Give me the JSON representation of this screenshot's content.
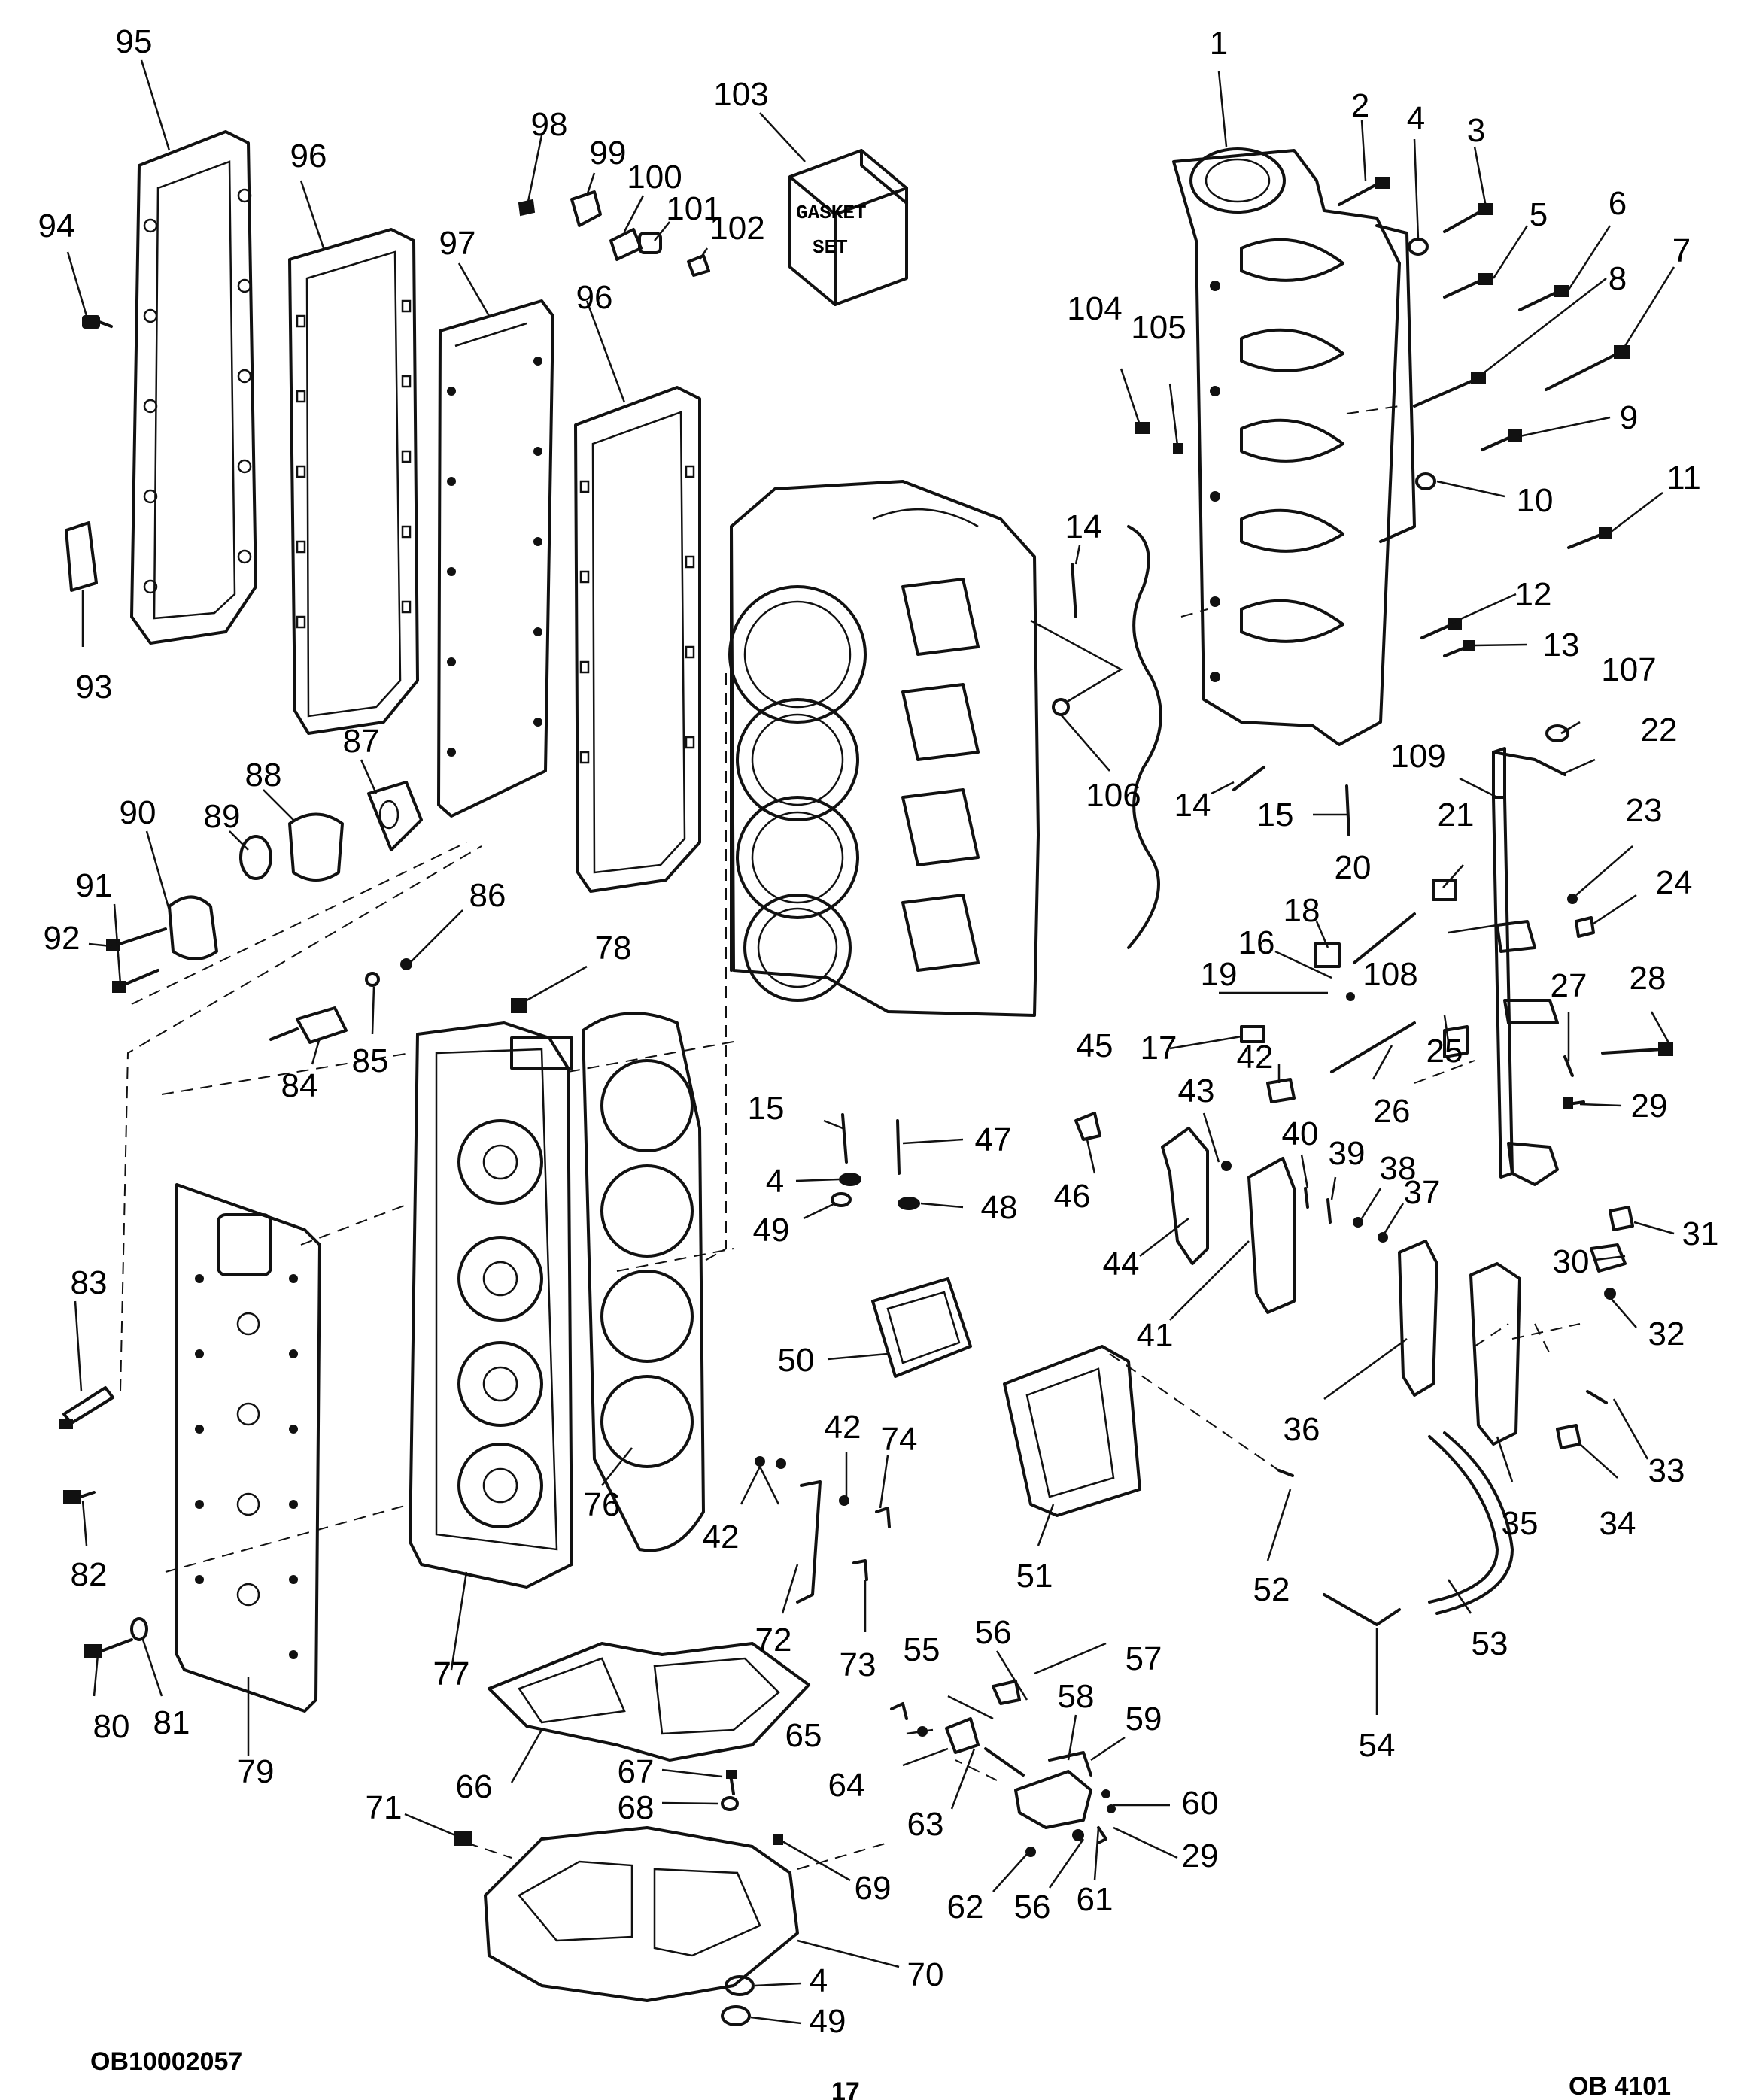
{
  "gasket_set_box": {
    "line1": "GASKET",
    "line2": "SET"
  },
  "codes": {
    "left": "OB10002057",
    "right": "OB 4101",
    "page": "17"
  },
  "callouts": {
    "c1": "1",
    "c2": "2",
    "c3": "3",
    "c4": "4",
    "c5": "5",
    "c6": "6",
    "c7": "7",
    "c8": "8",
    "c9": "9",
    "c10": "10",
    "c11": "11",
    "c12": "12",
    "c13": "13",
    "c14a": "14",
    "c14b": "14",
    "c15a": "15",
    "c15b": "15",
    "c16": "16",
    "c17": "17",
    "c18": "18",
    "c19": "19",
    "c20": "20",
    "c21": "21",
    "c22": "22",
    "c23": "23",
    "c24": "24",
    "c25": "25",
    "c26": "26",
    "c27": "27",
    "c28": "28",
    "c29a": "29",
    "c29b": "29",
    "c30": "30",
    "c31": "31",
    "c32": "32",
    "c33": "33",
    "c34": "34",
    "c35": "35",
    "c36": "36",
    "c37": "37",
    "c38": "38",
    "c39": "39",
    "c40": "40",
    "c41": "41",
    "c42a": "42",
    "c42b": "42",
    "c42c": "42",
    "c43": "43",
    "c44": "44",
    "c45": "45",
    "c46": "46",
    "c47": "47",
    "c48": "48",
    "c49a": "49",
    "c49b": "49",
    "c4b": "4",
    "c4c": "4",
    "c50": "50",
    "c51": "51",
    "c52": "52",
    "c53": "53",
    "c54": "54",
    "c55": "55",
    "c56a": "56",
    "c56b": "56",
    "c57": "57",
    "c58": "58",
    "c59": "59",
    "c60": "60",
    "c61": "61",
    "c62": "62",
    "c63": "63",
    "c64": "64",
    "c65": "65",
    "c66": "66",
    "c67": "67",
    "c68": "68",
    "c69": "69",
    "c70": "70",
    "c71": "71",
    "c72": "72",
    "c73": "73",
    "c74": "74",
    "c76": "76",
    "c77": "77",
    "c78": "78",
    "c79": "79",
    "c80": "80",
    "c81": "81",
    "c82": "82",
    "c83": "83",
    "c84": "84",
    "c85": "85",
    "c86": "86",
    "c87": "87",
    "c88": "88",
    "c89": "89",
    "c90": "90",
    "c91": "91",
    "c92": "92",
    "c93": "93",
    "c94": "94",
    "c95": "95",
    "c96a": "96",
    "c96b": "96",
    "c97": "97",
    "c98": "98",
    "c99": "99",
    "c100": "100",
    "c101": "101",
    "c102": "102",
    "c103": "103",
    "c104": "104",
    "c105": "105",
    "c106": "106",
    "c107": "107",
    "c108": "108",
    "c109": "109"
  }
}
